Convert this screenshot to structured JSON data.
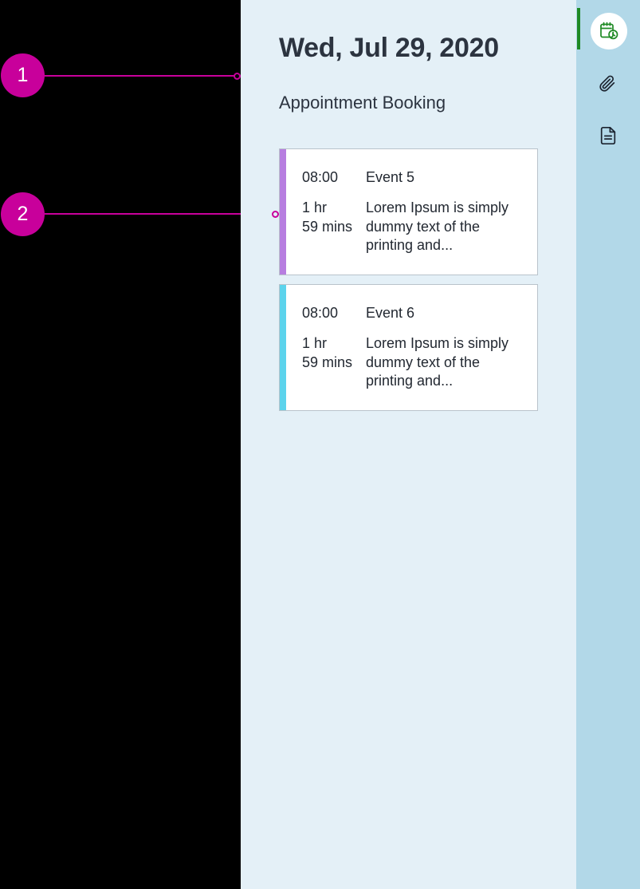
{
  "header": {
    "title": "Wed, Jul 29, 2020",
    "subtitle": "Appointment Booking"
  },
  "colors": {
    "marker": "#c8009b",
    "panel_bg": "#e4f0f7",
    "rail_bg": "#b2d8e8",
    "active_green": "#1f8a24",
    "card_accent_1": "#b77ee0",
    "card_accent_2": "#5cd3ec",
    "text": "#2c3440"
  },
  "annotations": [
    {
      "number": "1",
      "label": "callout-marker-1"
    },
    {
      "number": "2",
      "label": "callout-marker-2"
    }
  ],
  "events": [
    {
      "time": "08:00",
      "title": "Event 5",
      "duration": "1 hr\n59 mins",
      "duration_line1": "1 hr",
      "duration_line2": "59 mins",
      "description": "Lorem Ipsum is simply dummy text of the printing and...",
      "accent": "#b77ee0"
    },
    {
      "time": "08:00",
      "title": "Event 6",
      "duration_line1": "1 hr",
      "duration_line2": "59 mins",
      "description": "Lorem Ipsum is simply dummy text of the printing and...",
      "accent": "#5cd3ec"
    }
  ],
  "rail": {
    "items": [
      {
        "icon": "calendar-clock-icon",
        "active": true
      },
      {
        "icon": "paperclip-icon",
        "active": false
      },
      {
        "icon": "document-icon",
        "active": false
      }
    ]
  }
}
